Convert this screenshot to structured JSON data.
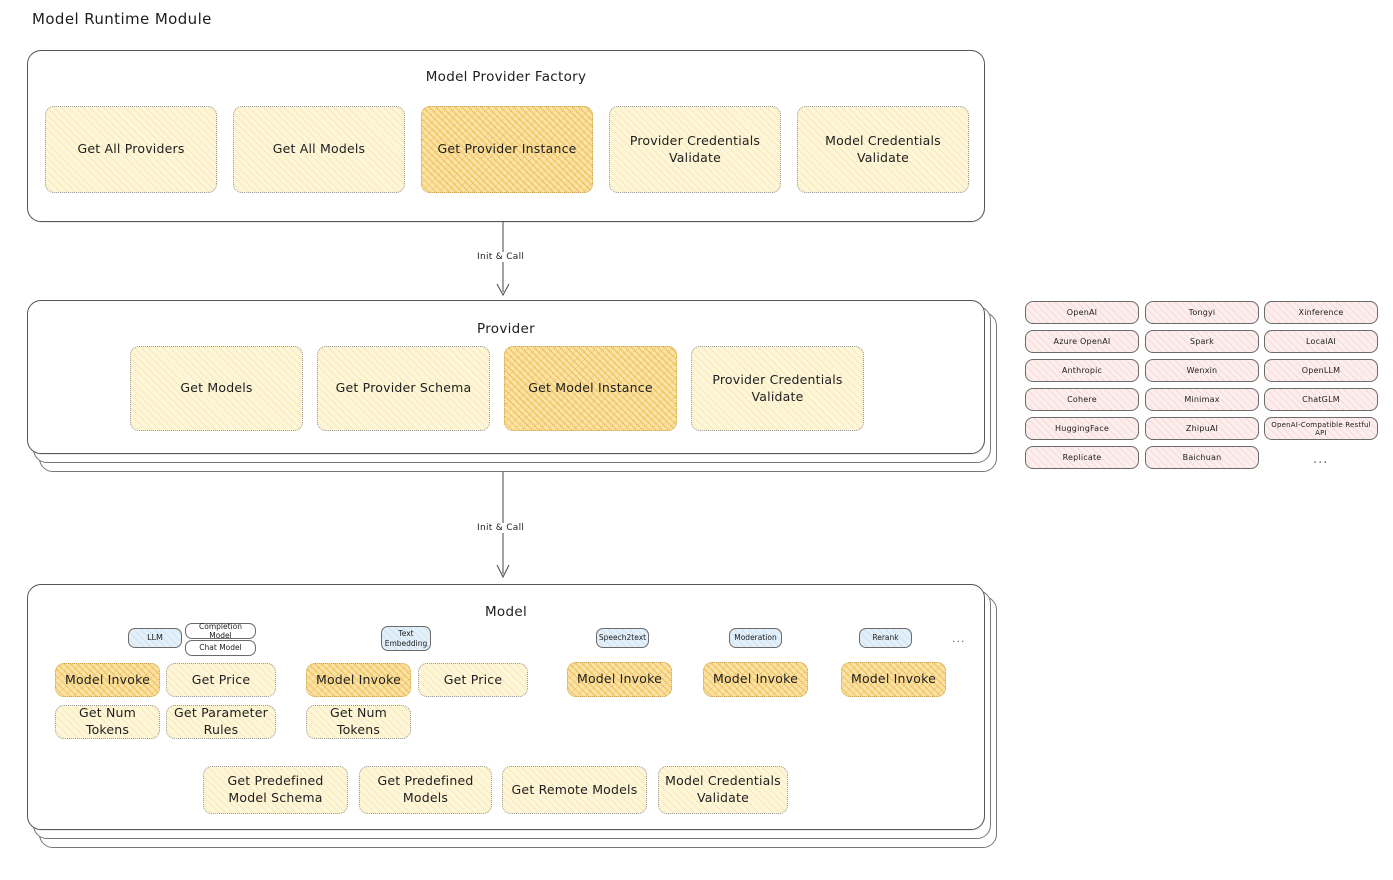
{
  "page": {
    "title": "Model Runtime Module"
  },
  "sections": {
    "factory": {
      "title": "Model Provider Factory",
      "boxes": [
        {
          "label": "Get All Providers",
          "highlight": false
        },
        {
          "label": "Get All Models",
          "highlight": false
        },
        {
          "label": "Get Provider Instance",
          "highlight": true
        },
        {
          "label": "Provider Credentials Validate",
          "highlight": false
        },
        {
          "label": "Model Credentials Validate",
          "highlight": false
        }
      ]
    },
    "provider": {
      "title": "Provider",
      "boxes": [
        {
          "label": "Get Models",
          "highlight": false
        },
        {
          "label": "Get Provider Schema",
          "highlight": false
        },
        {
          "label": "Get Model Instance",
          "highlight": true
        },
        {
          "label": "Provider Credentials Validate",
          "highlight": false
        }
      ]
    },
    "model": {
      "title": "Model",
      "type_groups": [
        {
          "badge": "LLM",
          "sub_badges": [
            "Completion Model",
            "Chat Model"
          ],
          "methods": [
            {
              "label": "Model Invoke",
              "highlight": true
            },
            {
              "label": "Get Price",
              "highlight": false
            },
            {
              "label": "Get Num Tokens",
              "highlight": false
            },
            {
              "label": "Get Parameter Rules",
              "highlight": false
            }
          ]
        },
        {
          "badge": "Text Embedding",
          "sub_badges": [],
          "methods": [
            {
              "label": "Model Invoke",
              "highlight": true
            },
            {
              "label": "Get Price",
              "highlight": false
            },
            {
              "label": "Get Num Tokens",
              "highlight": false
            }
          ]
        },
        {
          "badge": "Speech2text",
          "sub_badges": [],
          "methods": [
            {
              "label": "Model Invoke",
              "highlight": true
            }
          ]
        },
        {
          "badge": "Moderation",
          "sub_badges": [],
          "methods": [
            {
              "label": "Model Invoke",
              "highlight": true
            }
          ]
        },
        {
          "badge": "Rerank",
          "sub_badges": [],
          "methods": [
            {
              "label": "Model Invoke",
              "highlight": true
            }
          ]
        }
      ],
      "more": "...",
      "common_methods": [
        {
          "label": "Get Predefined Model Schema"
        },
        {
          "label": "Get Predefined Models"
        },
        {
          "label": "Get Remote Models"
        },
        {
          "label": "Model Credentials Validate"
        }
      ]
    }
  },
  "arrows": [
    {
      "label": "Init & Call"
    },
    {
      "label": "Init & Call"
    }
  ],
  "provider_list": {
    "more": "...",
    "columns": [
      [
        "OpenAI",
        "Azure OpenAI",
        "Anthropic",
        "Cohere",
        "HuggingFace",
        "Replicate"
      ],
      [
        "Tongyi",
        "Spark",
        "Wenxin",
        "Minimax",
        "ZhipuAI",
        "Baichuan"
      ],
      [
        "Xinference",
        "LocalAI",
        "OpenLLM",
        "ChatGLM",
        "OpenAI-Compatible Restful API"
      ]
    ]
  },
  "colors": {
    "highlight_fill": "#fbe3a8",
    "light_fill": "#fdf6db",
    "chip_fill": "#fdeeee",
    "badge_fill": "#e3f0f9"
  }
}
